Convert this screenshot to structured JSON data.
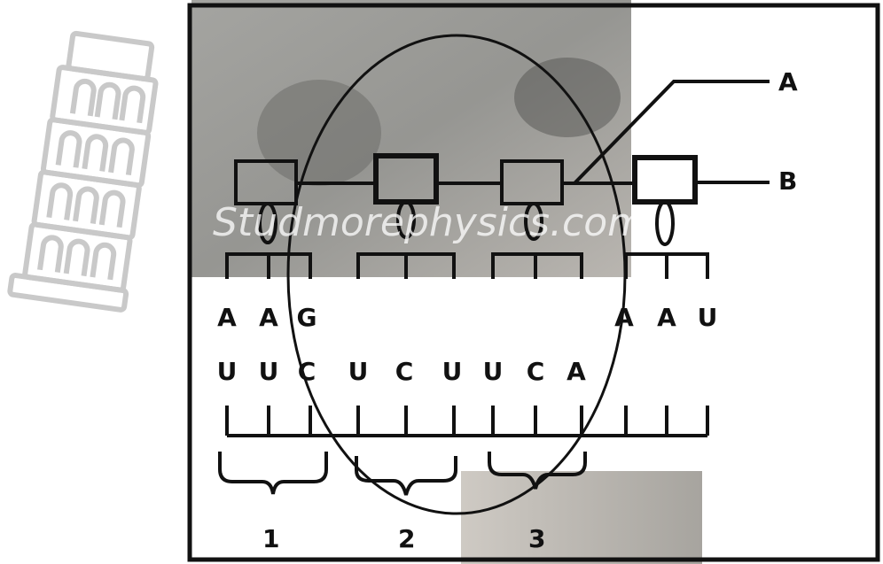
{
  "labels": {
    "a": "A",
    "b": "B"
  },
  "codon_numbers": [
    "1",
    "2",
    "3"
  ],
  "anticodon_row": [
    "A",
    "A",
    "G",
    "A",
    "A",
    "U"
  ],
  "mrna_row": [
    "U",
    "U",
    "C",
    "U",
    "C",
    "U",
    "U",
    "C",
    "A"
  ],
  "watermark": "Studmorephysics.com",
  "colors": {
    "line": "#111111",
    "photo_tint": "#8f8f8f"
  },
  "icons": [
    "leaning-tower-icon"
  ]
}
